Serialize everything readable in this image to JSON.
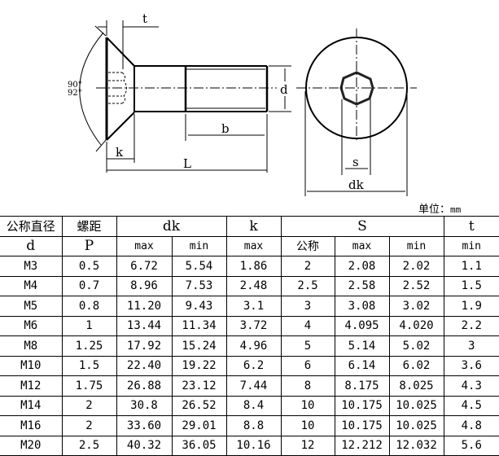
{
  "drawing": {
    "side_view_labels": {
      "t": "t",
      "angle_top": "90°",
      "angle_bottom": "92°",
      "d": "d",
      "b": "b",
      "k": "k",
      "L": "L"
    },
    "top_view_labels": {
      "s": "s",
      "dk": "dk"
    }
  },
  "unit": {
    "label": "单位：",
    "value": "mm"
  },
  "table": {
    "header_row1": {
      "d_cn": "公称直径",
      "P_cn": "螺距",
      "dk": "dk",
      "k": "k",
      "S": "S",
      "t": "t"
    },
    "header_row2": {
      "d": "d",
      "P": "P",
      "dk_max": "max",
      "dk_min": "min",
      "k_max": "max",
      "s_nominal": "公称",
      "s_max": "max",
      "s_min": "min",
      "t_min": "min"
    },
    "columns": [
      "d",
      "P",
      "dk_max",
      "dk_min",
      "k_max",
      "s_nominal",
      "s_max",
      "s_min",
      "t_min"
    ],
    "rows": [
      [
        "M3",
        "0.5",
        "6.72",
        "5.54",
        "1.86",
        "2",
        "2.08",
        "2.02",
        "1.1"
      ],
      [
        "M4",
        "0.7",
        "8.96",
        "7.53",
        "2.48",
        "2.5",
        "2.58",
        "2.52",
        "1.5"
      ],
      [
        "M5",
        "0.8",
        "11.20",
        "9.43",
        "3.1",
        "3",
        "3.08",
        "3.02",
        "1.9"
      ],
      [
        "M6",
        "1",
        "13.44",
        "11.34",
        "3.72",
        "4",
        "4.095",
        "4.020",
        "2.2"
      ],
      [
        "M8",
        "1.25",
        "17.92",
        "15.24",
        "4.96",
        "5",
        "5.14",
        "5.02",
        "3"
      ],
      [
        "M10",
        "1.5",
        "22.40",
        "19.22",
        "6.2",
        "6",
        "6.14",
        "6.02",
        "3.6"
      ],
      [
        "M12",
        "1.75",
        "26.88",
        "23.12",
        "7.44",
        "8",
        "8.175",
        "8.025",
        "4.3"
      ],
      [
        "M14",
        "2",
        "30.8",
        "26.52",
        "8.4",
        "10",
        "10.175",
        "10.025",
        "4.5"
      ],
      [
        "M16",
        "2",
        "33.60",
        "29.01",
        "8.8",
        "10",
        "10.175",
        "10.025",
        "4.8"
      ],
      [
        "M20",
        "2.5",
        "40.32",
        "36.05",
        "10.16",
        "12",
        "12.212",
        "12.032",
        "5.6"
      ]
    ]
  }
}
